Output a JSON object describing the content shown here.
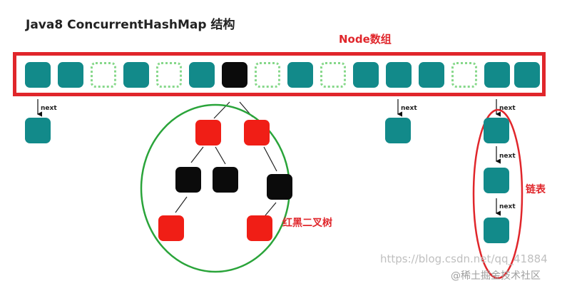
{
  "title": "Java8 ConcurrentHashMap 结构",
  "labels": {
    "node_array": "Node数组",
    "red_black_tree": "红黑二叉树",
    "linked_list": "链表"
  },
  "next_label": "next",
  "colors": {
    "teal": "#128a8a",
    "empty_border": "#86d88a",
    "black": "#0b0b0b",
    "red": "#f01e16",
    "frame_red": "#e0262b",
    "circle_green": "#2aa43a",
    "ellipse_red": "#e0262b"
  },
  "array_slots": [
    "teal",
    "teal",
    "empty",
    "teal",
    "empty",
    "teal",
    "black",
    "empty",
    "teal",
    "empty",
    "teal",
    "teal",
    "teal",
    "empty",
    "teal",
    "teal"
  ],
  "watermark": {
    "url": "https://blog.csdn.net/qq_41884",
    "site": "@稀土掘金技术社区"
  }
}
